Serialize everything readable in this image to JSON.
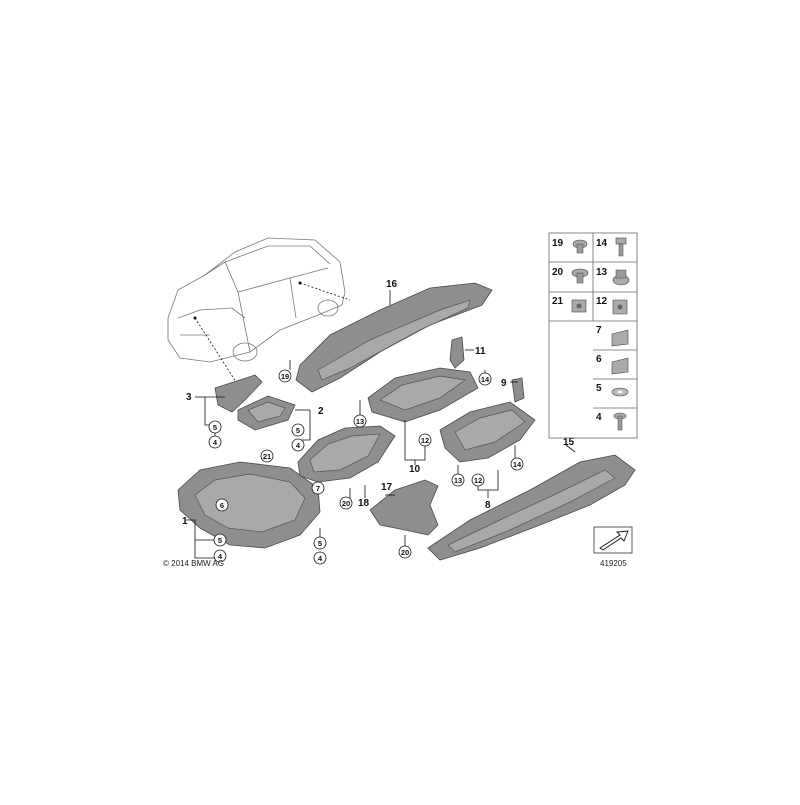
{
  "copyright": "© 2014 BMW AG",
  "diagram_id": "419205",
  "part_labels": [
    "1",
    "2",
    "3",
    "4",
    "5",
    "6",
    "7",
    "8",
    "9",
    "10",
    "11",
    "12",
    "13",
    "14",
    "15",
    "16",
    "17",
    "18",
    "19",
    "20",
    "21"
  ],
  "circled_labels": {
    "c19": "19",
    "c14a": "14",
    "c14b": "14",
    "c13a": "13",
    "c13b": "13",
    "c12a": "12",
    "c12b": "12",
    "c5a": "5",
    "c4a": "4",
    "c5b": "5",
    "c4b": "4",
    "c21": "21",
    "c7": "7",
    "c6": "6",
    "c5c": "5",
    "c4c": "4",
    "c5d": "5",
    "c4d": "4",
    "c20a": "20",
    "c20b": "20"
  },
  "legend": {
    "rows": [
      {
        "left": "19",
        "right": "14"
      },
      {
        "left": "20",
        "right": "13"
      },
      {
        "left": "21",
        "right": "12"
      },
      {
        "left": "",
        "right": "7"
      },
      {
        "left": "",
        "right": "6"
      },
      {
        "left": "",
        "right": "5"
      },
      {
        "left": "",
        "right": "4"
      }
    ]
  }
}
